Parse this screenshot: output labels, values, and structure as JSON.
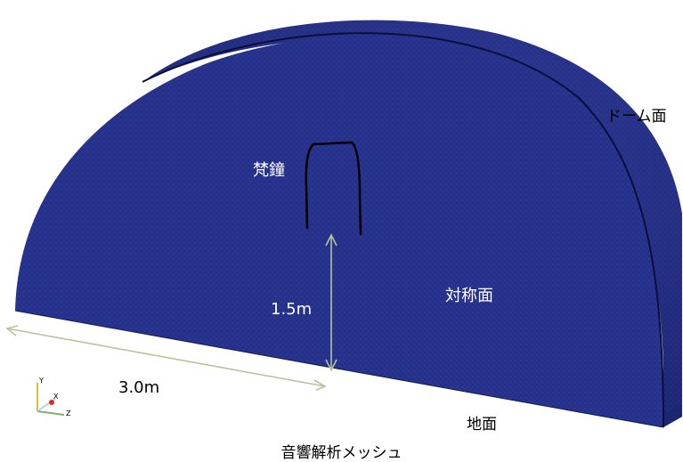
{
  "labels": {
    "dome": "ドーム面",
    "bell": "梵鐘",
    "height": "1.5m",
    "symmetry": "対称面",
    "width": "3.0m",
    "ground": "地面",
    "caption": "音響解析メッシュ"
  },
  "axes": {
    "y": "Y",
    "x": "X",
    "z": "Z"
  },
  "colors": {
    "mesh_face": "#242f8a",
    "mesh_dome": "#27328f",
    "mesh_side": "#1e2877",
    "dimension_line": "#b6c49a",
    "bell_outline": "#000000"
  }
}
